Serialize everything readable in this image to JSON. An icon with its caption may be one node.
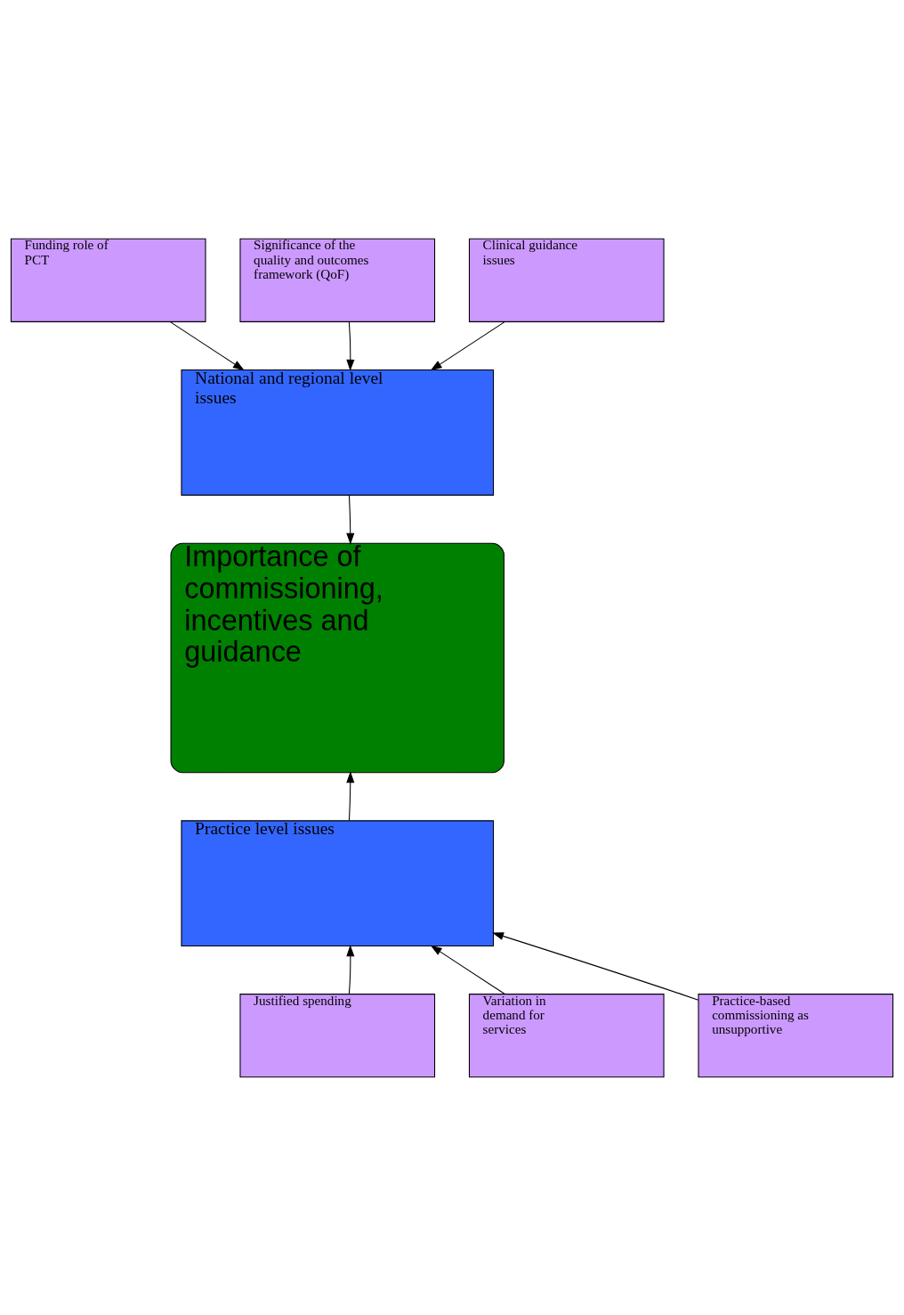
{
  "diagram": {
    "nodes": [
      {
        "text": [
          "Funding role of PCT"
        ]
      },
      {
        "text": [
          "Significance of the quality and outcomes framework (QoF)"
        ]
      },
      {
        "text": [
          "Clinical guidance issues"
        ]
      },
      {
        "text": [
          "National and regional level issues"
        ]
      },
      {
        "text": [
          "Importance of commissioning, incentives and guidance"
        ]
      },
      {
        "text": [
          "Practice level issues"
        ]
      },
      {
        "text": [
          "Variation in demand for services"
        ]
      },
      {
        "text": [
          "Justified spending"
        ]
      },
      {
        "text": [
          "Practice-based commissioning as unsupportive"
        ]
      }
    ],
    "edges": [
      {
        "from": 0,
        "to": 3,
        "arrow": "to"
      },
      {
        "from": 1,
        "to": 3,
        "arrow": "to"
      },
      {
        "from": 2,
        "to": 3,
        "arrow": "to"
      },
      {
        "from": 3,
        "to": 4,
        "arrow": "to"
      },
      {
        "from": 5,
        "to": 4,
        "arrow": "to"
      },
      {
        "from": 6,
        "to": 5,
        "arrow": "to"
      },
      {
        "from": 7,
        "to": 5,
        "arrow": "to"
      },
      {
        "from": 8,
        "to": 5,
        "arrow": "to"
      }
    ]
  }
}
